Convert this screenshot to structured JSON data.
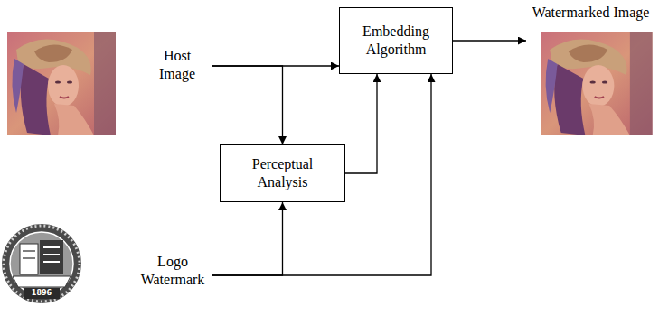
{
  "diagram": {
    "nodes": [
      {
        "text": [
          "Host Image"
        ]
      },
      {
        "text": [
          "Embedding Algorithm"
        ]
      },
      {
        "text": [
          "Watermarked Image"
        ]
      },
      {
        "text": [
          "Perceptual Analysis"
        ]
      },
      {
        "text": [
          "Logo Watermark"
        ]
      }
    ],
    "edges": [
      {
        "from": 0,
        "to": 1,
        "arrow": "to"
      },
      {
        "from": 0,
        "to": 3,
        "arrow": "to"
      },
      {
        "from": 3,
        "to": 1,
        "arrow": "to"
      },
      {
        "from": 4,
        "to": 3,
        "arrow": "to"
      },
      {
        "from": 4,
        "to": 1,
        "arrow": "to"
      },
      {
        "from": 1,
        "to": 2,
        "arrow": "to"
      }
    ],
    "labels": [
      "1896"
    ]
  }
}
